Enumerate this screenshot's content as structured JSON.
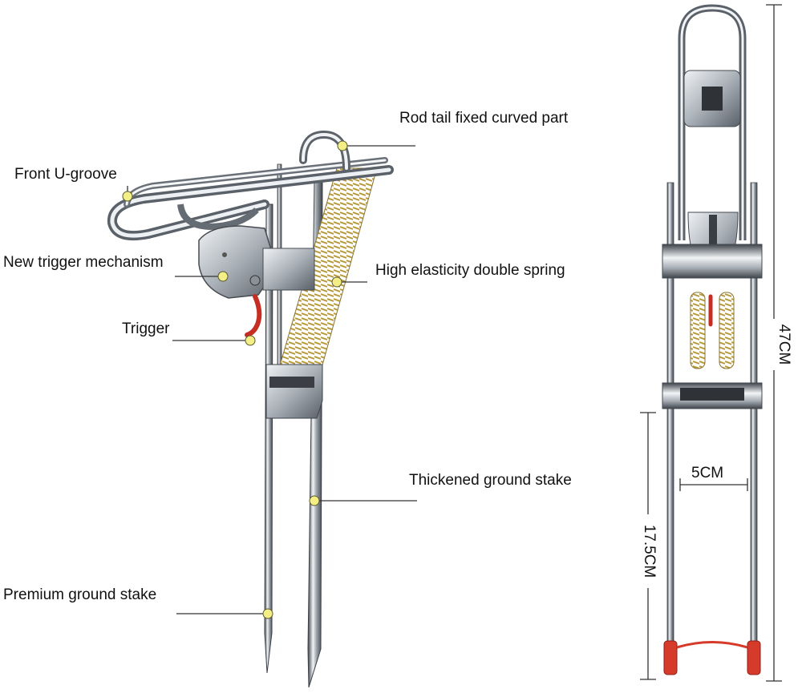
{
  "labels": {
    "rod_tail": "Rod tail fixed curved part",
    "front_u_groove": "Front U-groove",
    "new_trigger": "New trigger mechanism",
    "double_spring": "High elasticity double spring",
    "trigger": "Trigger",
    "thick_stake": "Thickened ground stake",
    "premium_stake": "Premium ground stake"
  },
  "dimensions": {
    "height_total": "47CM",
    "width": "5CM",
    "stake_length": "17.5CM"
  },
  "colors": {
    "callout_dot": "#f3ee86",
    "steel_dark": "#4a4f57",
    "steel_light": "#e8ebee",
    "spring": "#c9b25a",
    "red_cap": "#d63a2a",
    "line": "#333333"
  }
}
